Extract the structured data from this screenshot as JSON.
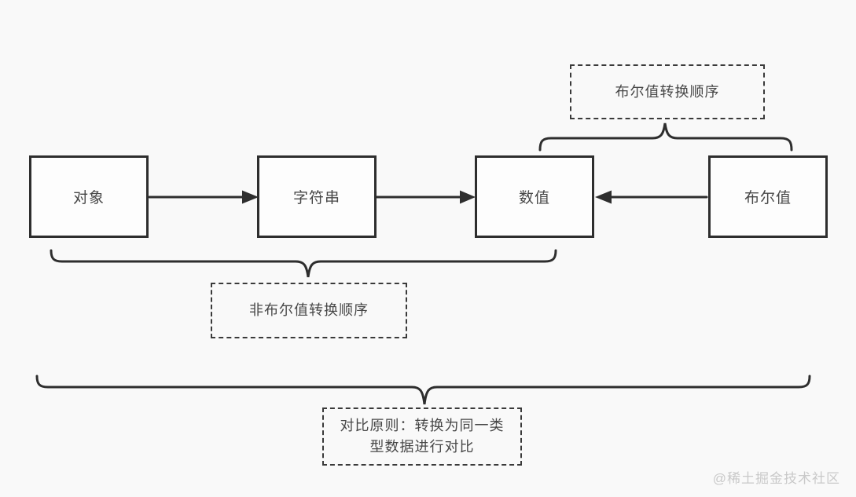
{
  "page": {
    "background_color": "#f9f9f9",
    "stroke_color": "#2e2e2e",
    "text_color": "#474747"
  },
  "nodes": [
    {
      "id": "object",
      "label": "对象"
    },
    {
      "id": "string",
      "label": "字符串"
    },
    {
      "id": "number",
      "label": "数值"
    },
    {
      "id": "boolean",
      "label": "布尔值"
    }
  ],
  "edges": [
    {
      "from": "对象",
      "to": "数值",
      "via_label": "对象 → 字符串"
    },
    {
      "from": "字符串",
      "to": "数值",
      "via_label": "字符串 → 数值"
    },
    {
      "from": "布尔值",
      "to": "数值",
      "via_label": "布尔值 → 数值"
    }
  ],
  "annotations": {
    "boolean_order": {
      "label": "布尔值转换顺序",
      "brace_targets": "数值, 布尔值"
    },
    "non_boolean_order": {
      "label": "非布尔值转换顺序",
      "brace_targets": "对象, 字符串, 数值"
    },
    "comparison_principle": {
      "label": "对比原则：转换为同一类\n型数据进行对比",
      "brace_targets": "全部"
    }
  },
  "watermark": {
    "label": "@稀土掘金技术社区"
  }
}
